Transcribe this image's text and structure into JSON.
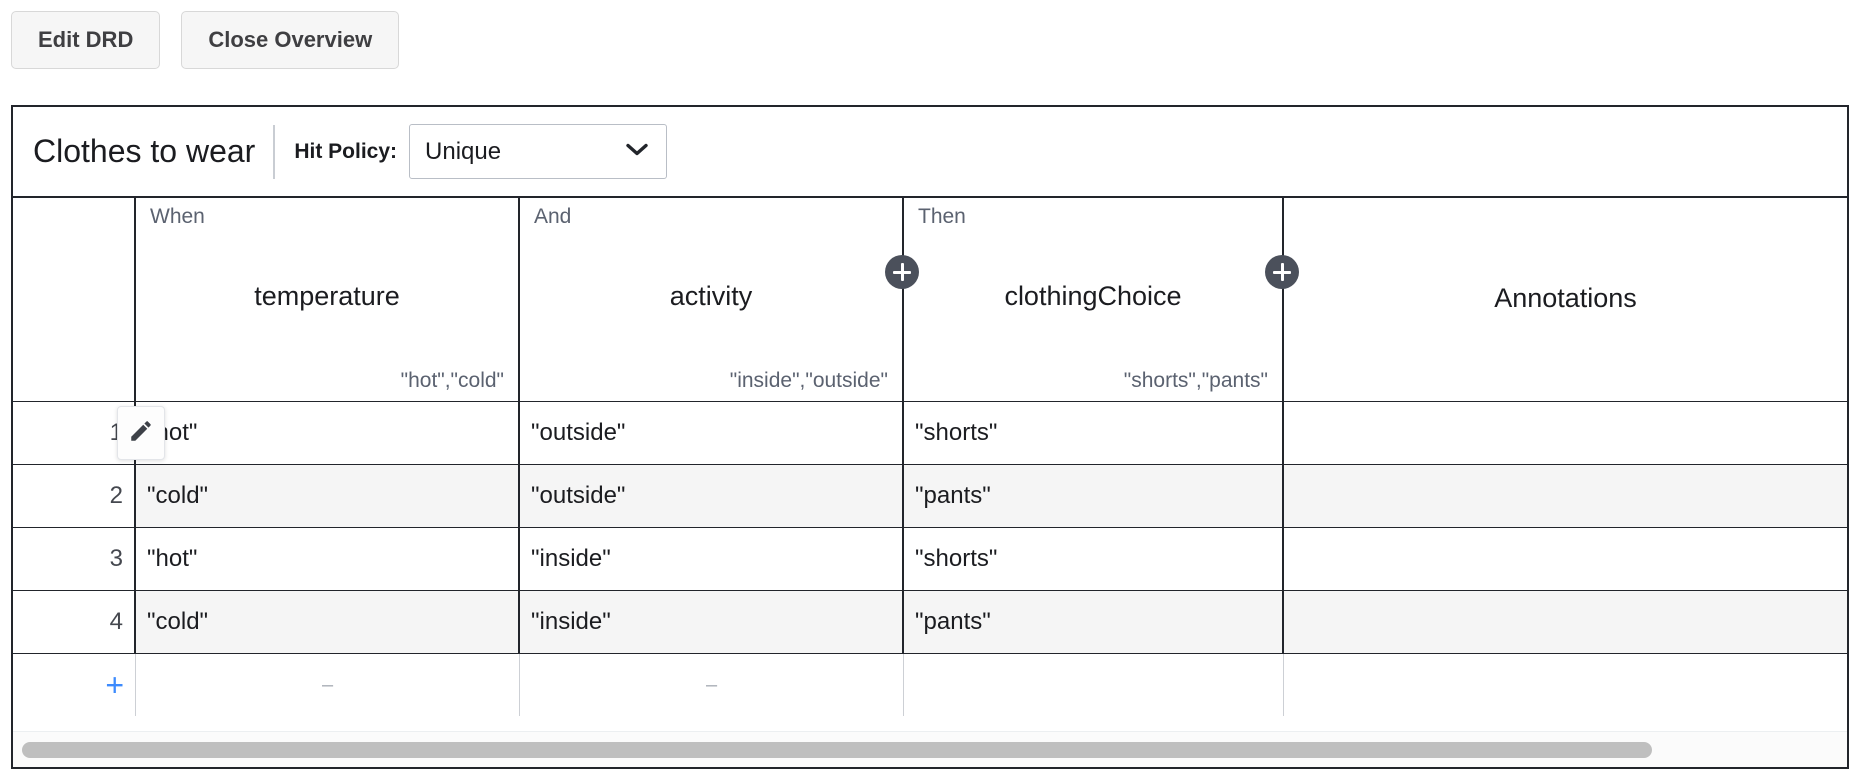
{
  "toolbar": {
    "buttons": [
      {
        "label": "Edit DRD",
        "name": "edit-drd-button"
      },
      {
        "label": "Close Overview",
        "name": "close-overview-button"
      }
    ]
  },
  "decision_table": {
    "title": "Clothes to wear",
    "hit_policy_label": "Hit Policy:",
    "hit_policy_value": "Unique",
    "hit_policy_options": [
      "Unique"
    ],
    "columns": [
      {
        "kind": "When",
        "name": "temperature",
        "values": "\"hot\",\"cold\""
      },
      {
        "kind": "And",
        "name": "activity",
        "values": "\"inside\",\"outside\""
      },
      {
        "kind": "Then",
        "name": "clothingChoice",
        "values": "\"shorts\",\"pants\""
      },
      {
        "kind": "",
        "name": "Annotations",
        "values": ""
      }
    ],
    "rows": [
      {
        "index": "1",
        "temperature": "\"hot\"",
        "activity": "\"outside\"",
        "clothingChoice": "\"shorts\"",
        "annotation": ""
      },
      {
        "index": "2",
        "temperature": "\"cold\"",
        "activity": "\"outside\"",
        "clothingChoice": "\"pants\"",
        "annotation": ""
      },
      {
        "index": "3",
        "temperature": "\"hot\"",
        "activity": "\"inside\"",
        "clothingChoice": "\"shorts\"",
        "annotation": ""
      },
      {
        "index": "4",
        "temperature": "\"cold\"",
        "activity": "\"inside\"",
        "clothingChoice": "\"pants\"",
        "annotation": ""
      }
    ],
    "add_row": {
      "plus_label": "+",
      "placeholder_dash": "–"
    },
    "add_column_label": "+",
    "edit_icon": "pencil-icon"
  },
  "colors": {
    "border": "#22252b",
    "muted_text": "#5b6270",
    "plus_circle": "#4b505b",
    "add_row_plus": "#3d8bfd",
    "alt_row": "#f5f5f5",
    "scroll_thumb": "#bfbfbf"
  }
}
